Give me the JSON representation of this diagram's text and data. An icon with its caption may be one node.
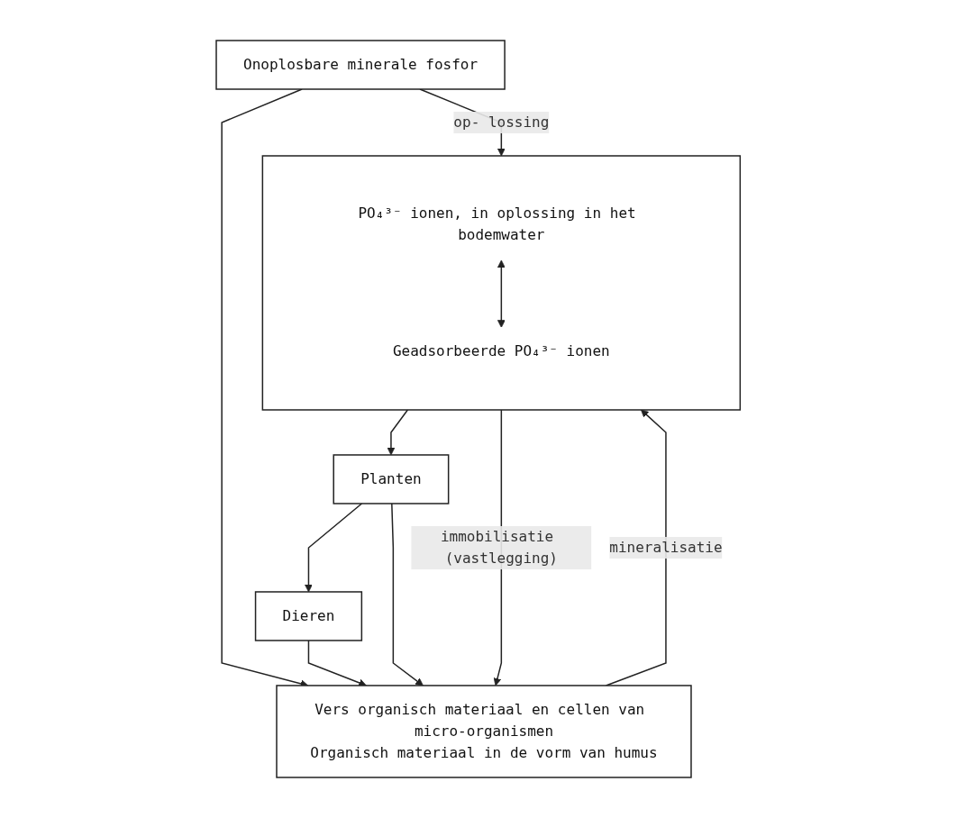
{
  "diagram": {
    "nodes": [
      {
        "text": [
          "Planten"
        ]
      },
      {
        "text": [
          "Dieren"
        ]
      },
      {
        "text": [],
        "shape": "box"
      },
      {
        "text": [
          "PO₄³⁻ ionen, in oplossing in het bodemwater"
        ],
        "in": 2
      },
      {
        "text": [
          "Geadsorbeerde PO₄³⁻ ionen"
        ],
        "in": 2
      },
      {
        "text": [
          "Onoplosbare minerale fosfor"
        ]
      },
      {
        "text": [
          "Vers organisch materiaal en cellen van micro-organismen",
          "Organisch materiaal in de vorm van humus"
        ]
      }
    ],
    "edges": [
      {
        "from": 0,
        "to": 1,
        "arrow": "to"
      },
      {
        "from": 0,
        "to": 6,
        "arrow": "to"
      },
      {
        "from": 2,
        "to": 0,
        "arrow": "to"
      },
      {
        "from": 3,
        "to": 4,
        "arrow": "both"
      },
      {
        "from": 6,
        "to": 2,
        "arrow": "to",
        "label": "mineralisatie"
      },
      {
        "from": 5,
        "to": 2,
        "arrow": "to",
        "label": "op- lossing"
      },
      {
        "from": 2,
        "to": 6,
        "arrow": "to",
        "label": "immobilisatie (vastlegging)"
      },
      {
        "from": 1,
        "to": 6,
        "arrow": "to"
      },
      {
        "from": 5,
        "to": 6,
        "arrow": "to"
      }
    ]
  }
}
